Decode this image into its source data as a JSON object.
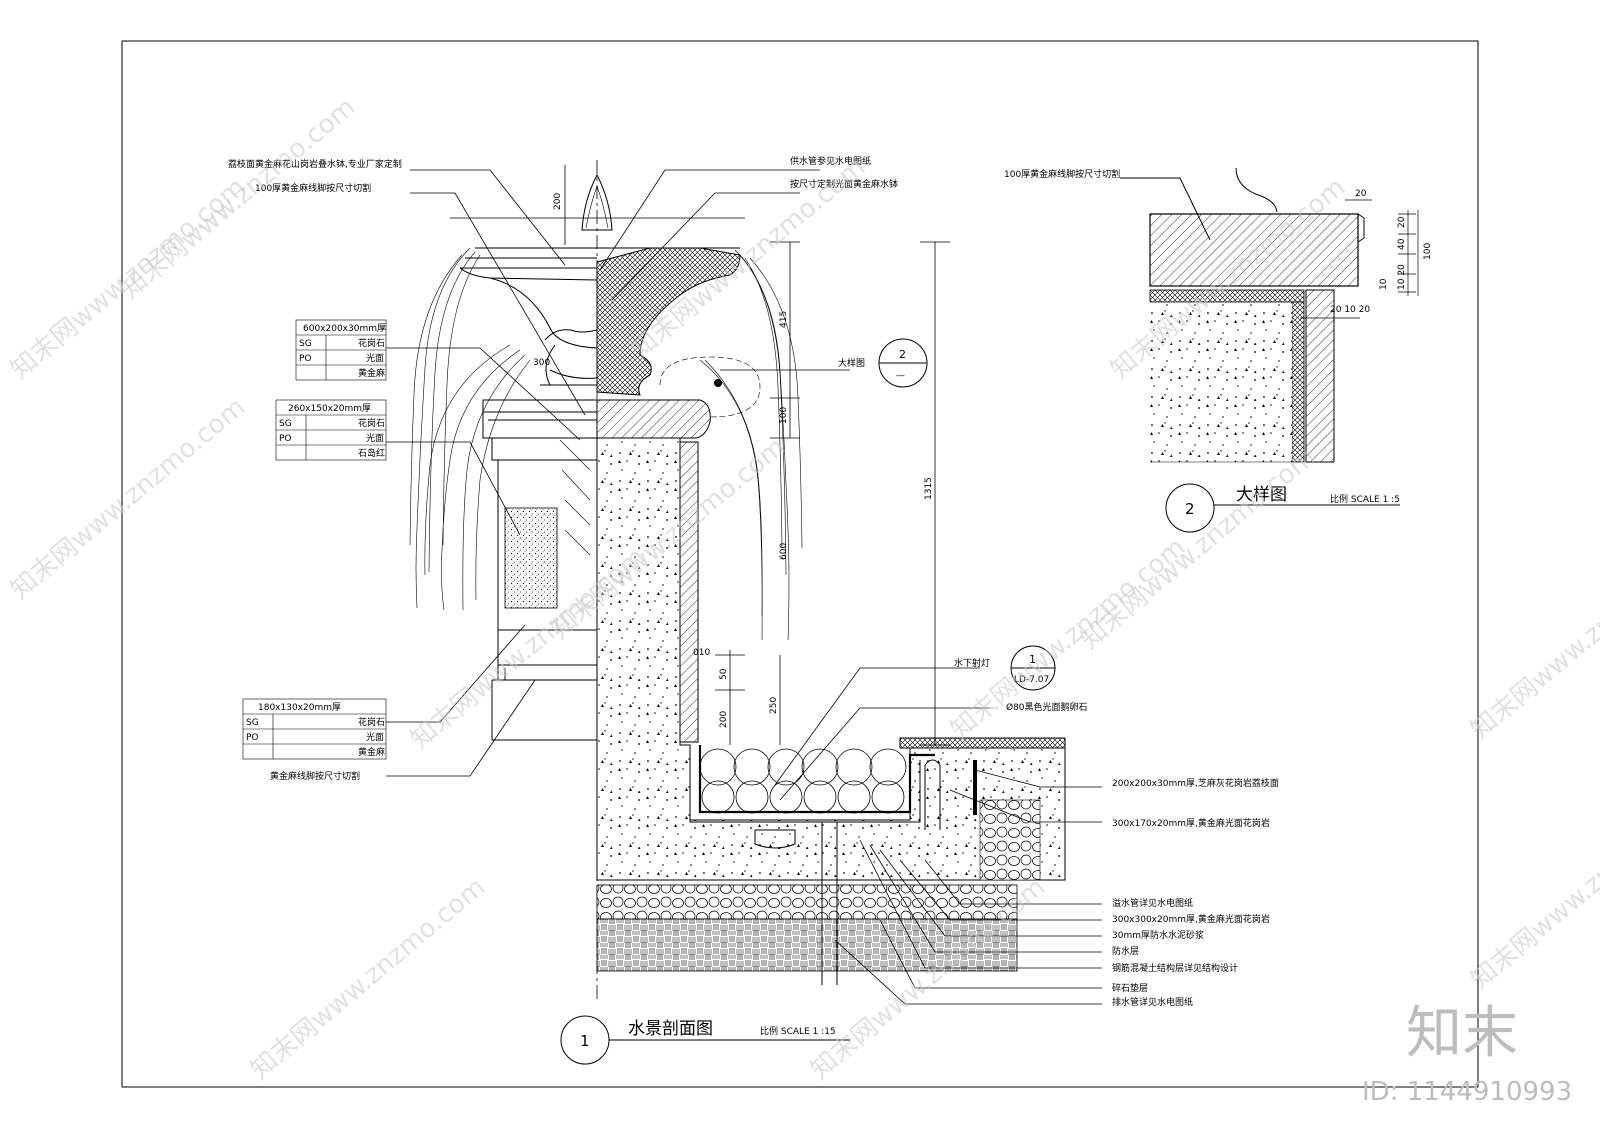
{
  "section1": {
    "callout_number": "1",
    "title": "水景剖面图",
    "scale": "比例  SCALE 1 :15",
    "labels": {
      "top_basin": "荔枝面黄金麻花山岗岩叠水钵,专业厂家定制",
      "top_base": "100厚黄金麻线脚按尺寸切割",
      "supply_pipe": "供水管参见水电图纸",
      "custom_basin": "按尺寸定制光面黄金麻水钵",
      "detail_ref": "大样图",
      "underwater_light": "水下射灯",
      "pebbles": "Ø80黑色光面鹅卵石",
      "paving1": "200x200x30mm厚,芝麻灰花岗岩荔枝面",
      "paving2": "300x170x20mm厚,黄金麻光面花岗岩",
      "overflow_pipe": "溢水管详见水电图纸",
      "granite": "300x300x20mm厚,黄金麻光面花岗岩",
      "mortar": "30mm厚防水水泥砂浆",
      "waterproof": "防水层",
      "concrete": "钢筋混凝土结构层详见结构设计",
      "gravel": "碎石垫层",
      "drain_pipe": "排水管详见水电图纸",
      "bottom_base": "黄金麻线脚按尺寸切割"
    },
    "callout_detail": {
      "number": "2",
      "sub": "—"
    },
    "callout_light": {
      "number": "1",
      "sub": "LD-7.07"
    },
    "tables": [
      {
        "title": "600x200x30mm厚",
        "rows": [
          [
            "SG",
            "花岗石"
          ],
          [
            "PO",
            "光面"
          ],
          [
            "",
            "黄金麻"
          ]
        ]
      },
      {
        "title": "260x150x20mm厚",
        "rows": [
          [
            "SG",
            "花岗石"
          ],
          [
            "PO",
            "光面"
          ],
          [
            "",
            "石岛红"
          ]
        ]
      },
      {
        "title": "180x130x20mm厚",
        "rows": [
          [
            "SG",
            "花岗石"
          ],
          [
            "PO",
            "光面"
          ],
          [
            "",
            "黄金麻"
          ]
        ]
      }
    ],
    "dims": {
      "d200": "200",
      "d300": "300",
      "d415": "415",
      "d100": "100",
      "d1315": "1315",
      "d600": "600",
      "d010": "010",
      "d50": "50",
      "d200b": "200",
      "d250": "250"
    }
  },
  "section2": {
    "callout_number": "2",
    "title": "大样图",
    "scale": "比例  SCALE 1 :5",
    "label": "100厚黄金麻线脚按尺寸切割",
    "dims": {
      "a": "20",
      "b": "20",
      "c": "40",
      "d": "100",
      "e": "10 20",
      "f": "10",
      "g": "20 10 20"
    }
  },
  "watermark": {
    "site": "知末网www.znzmo.com",
    "brand": "知末",
    "id": "ID: 1144910993"
  }
}
